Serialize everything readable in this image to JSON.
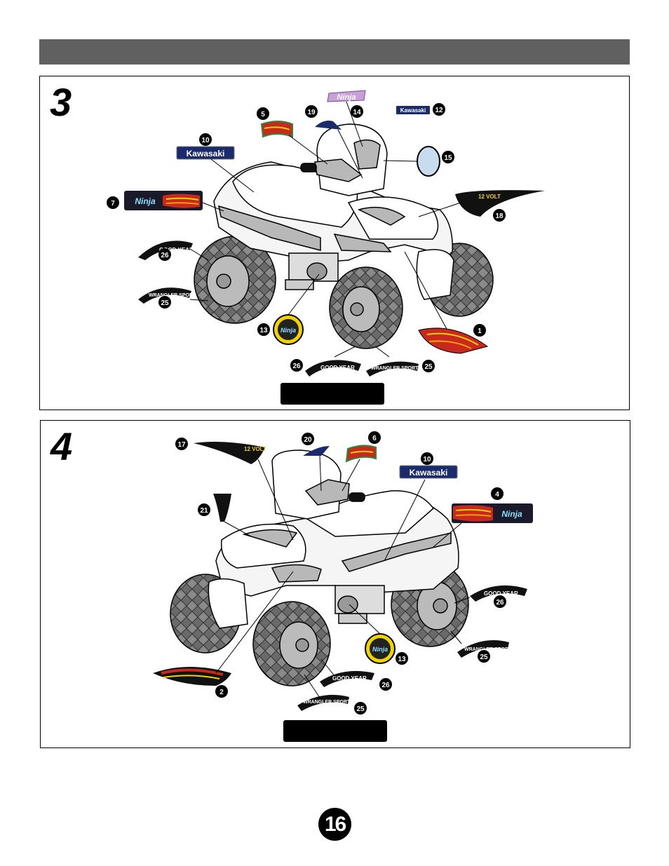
{
  "step3": {
    "number": "3",
    "callouts": [
      "5",
      "19",
      "14",
      "12",
      "10",
      "15",
      "7",
      "18",
      "26",
      "25",
      "13",
      "1",
      "26",
      "25"
    ],
    "brand_kawasaki": "Kawasaki",
    "brand_ninja": "Ninja",
    "volt_label": "12 VOLT",
    "tire_goodyear": "GOOD YEAR",
    "tire_wrangler": "WRANGLER SPORT"
  },
  "step4": {
    "number": "4",
    "callouts": [
      "17",
      "20",
      "6",
      "10",
      "4",
      "21",
      "26",
      "25",
      "13",
      "26",
      "25",
      "2"
    ],
    "brand_kawasaki": "Kawasaki",
    "brand_ninja": "Ninja",
    "volt_label": "12 VOLT",
    "tire_goodyear": "GOOD YEAR",
    "tire_wrangler": "WRANGLER SPORT"
  },
  "page_number": "16",
  "colors": {
    "header": "#606060",
    "black": "#000000",
    "red": "#c8281e",
    "yellow": "#f0d400",
    "navy": "#1a2a6c"
  }
}
